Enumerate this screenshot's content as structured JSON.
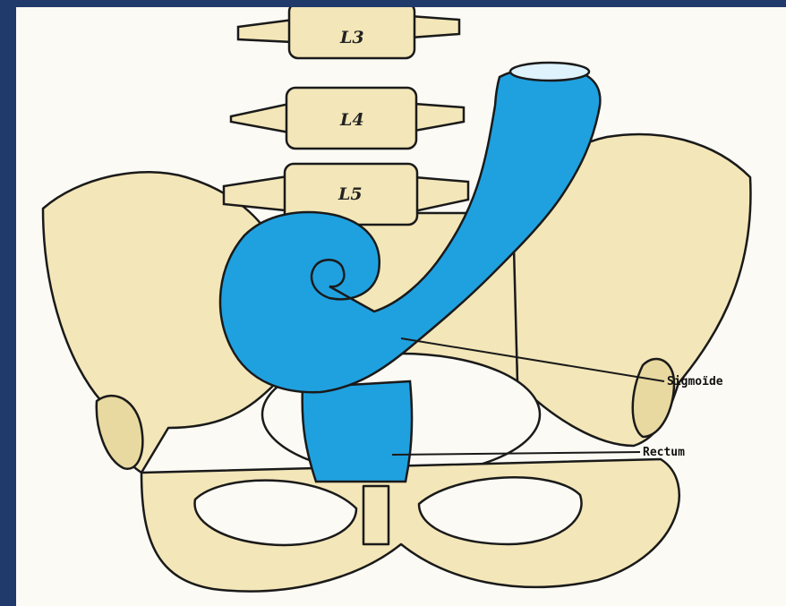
{
  "colors": {
    "slide_border": "#1f3a6b",
    "paper": "#fbfaf4",
    "bone": "#f3e6b8",
    "colon": "#1fa1e0",
    "ink": "#1a1a1a"
  },
  "vertebrae": [
    {
      "label": "L3"
    },
    {
      "label": "L4"
    },
    {
      "label": "L5"
    }
  ],
  "callouts": [
    {
      "label": "Sigmoïde"
    },
    {
      "label": "Rectum"
    }
  ]
}
